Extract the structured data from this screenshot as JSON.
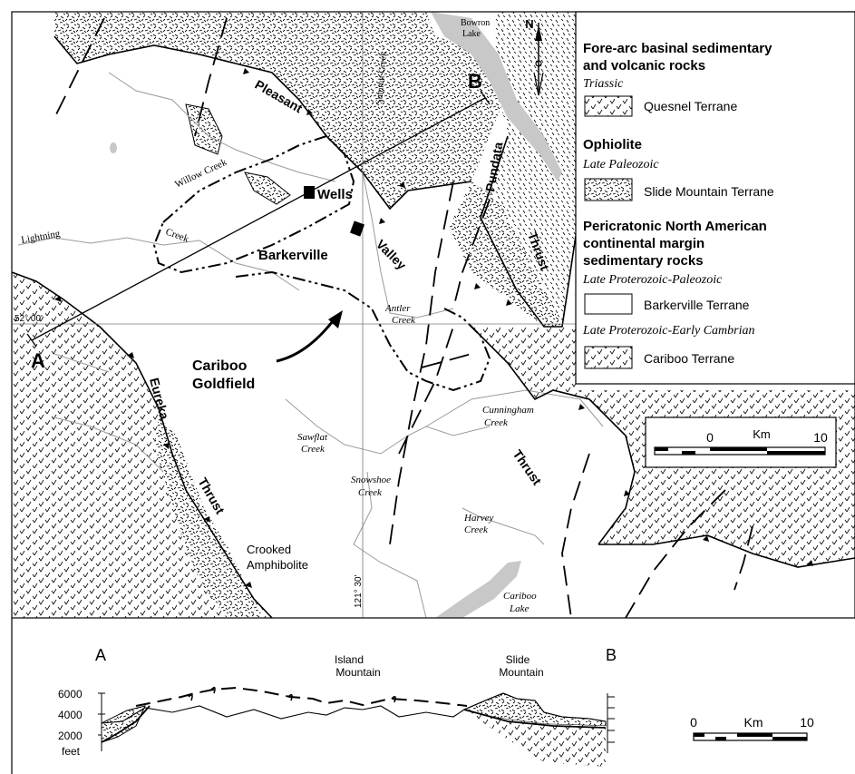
{
  "map": {
    "places": {
      "wells": "Wells",
      "barkerville": "Barkerville",
      "cariboo_goldfield_1": "Cariboo",
      "cariboo_goldfield_2": "Goldfield",
      "crooked_1": "Crooked",
      "crooked_2": "Amphibolite",
      "bowron_1": "Bowron",
      "bowron_2": "Lake",
      "cariboo_lake_1": "Cariboo",
      "cariboo_lake_2": "Lake"
    },
    "creeks": {
      "lightning": "Lightning",
      "lightning_creek": "Creek",
      "willow": "Willow Creek",
      "summit": "Summit Creek",
      "antler_1": "Antler",
      "antler_2": "Creek",
      "cunningham_1": "Cunningham",
      "cunningham_2": "Creek",
      "sawflat_1": "Sawflat",
      "sawflat_2": "Creek",
      "snowshoe_1": "Snowshoe",
      "snowshoe_2": "Creek",
      "harvey_1": "Harvey",
      "harvey_2": "Creek"
    },
    "structures": {
      "pleasant": "Pleasant",
      "valley": "Valley",
      "pundata": "Pundata",
      "thrust_pundata": "Thrust",
      "eureka": "Eureka",
      "thrust_eureka": "Thrust",
      "thrust_cunningham": "Thrust"
    },
    "section_line": {
      "start": "A",
      "end": "B"
    },
    "latitude": "52° 00'",
    "longitude": "121° 30'",
    "north": "N"
  },
  "legend": {
    "heading1_line1": "Fore-arc basinal sedimentary",
    "heading1_line2": "and volcanic rocks",
    "age1": "Triassic",
    "unit1": "Quesnel Terrane",
    "heading2": "Ophiolite",
    "age2": "Late Paleozoic",
    "unit2": "Slide Mountain Terrane",
    "heading3_line1": "Pericratonic North American",
    "heading3_line2": "continental margin",
    "heading3_line3": "sedimentary rocks",
    "age3": "Late Proterozoic-Paleozoic",
    "unit3": "Barkerville Terrane",
    "age4": "Late Proterozoic-Early Cambrian",
    "unit4": "Cariboo Terrane"
  },
  "scale_bar_map": {
    "zero": "0",
    "unit": "Km",
    "max": "10"
  },
  "section": {
    "end_a": "A",
    "end_b": "B",
    "island_1": "Island",
    "island_2": "Mountain",
    "slide_1": "Slide",
    "slide_2": "Mountain",
    "y_ticks": [
      "6000",
      "4000",
      "2000"
    ],
    "y_unit": "feet",
    "scale": {
      "zero": "0",
      "unit": "Km",
      "max": "10"
    }
  },
  "colors": {
    "line": "#000000",
    "lake": "#c8c8c8",
    "creek": "#9a9a9a",
    "background": "#ffffff"
  }
}
